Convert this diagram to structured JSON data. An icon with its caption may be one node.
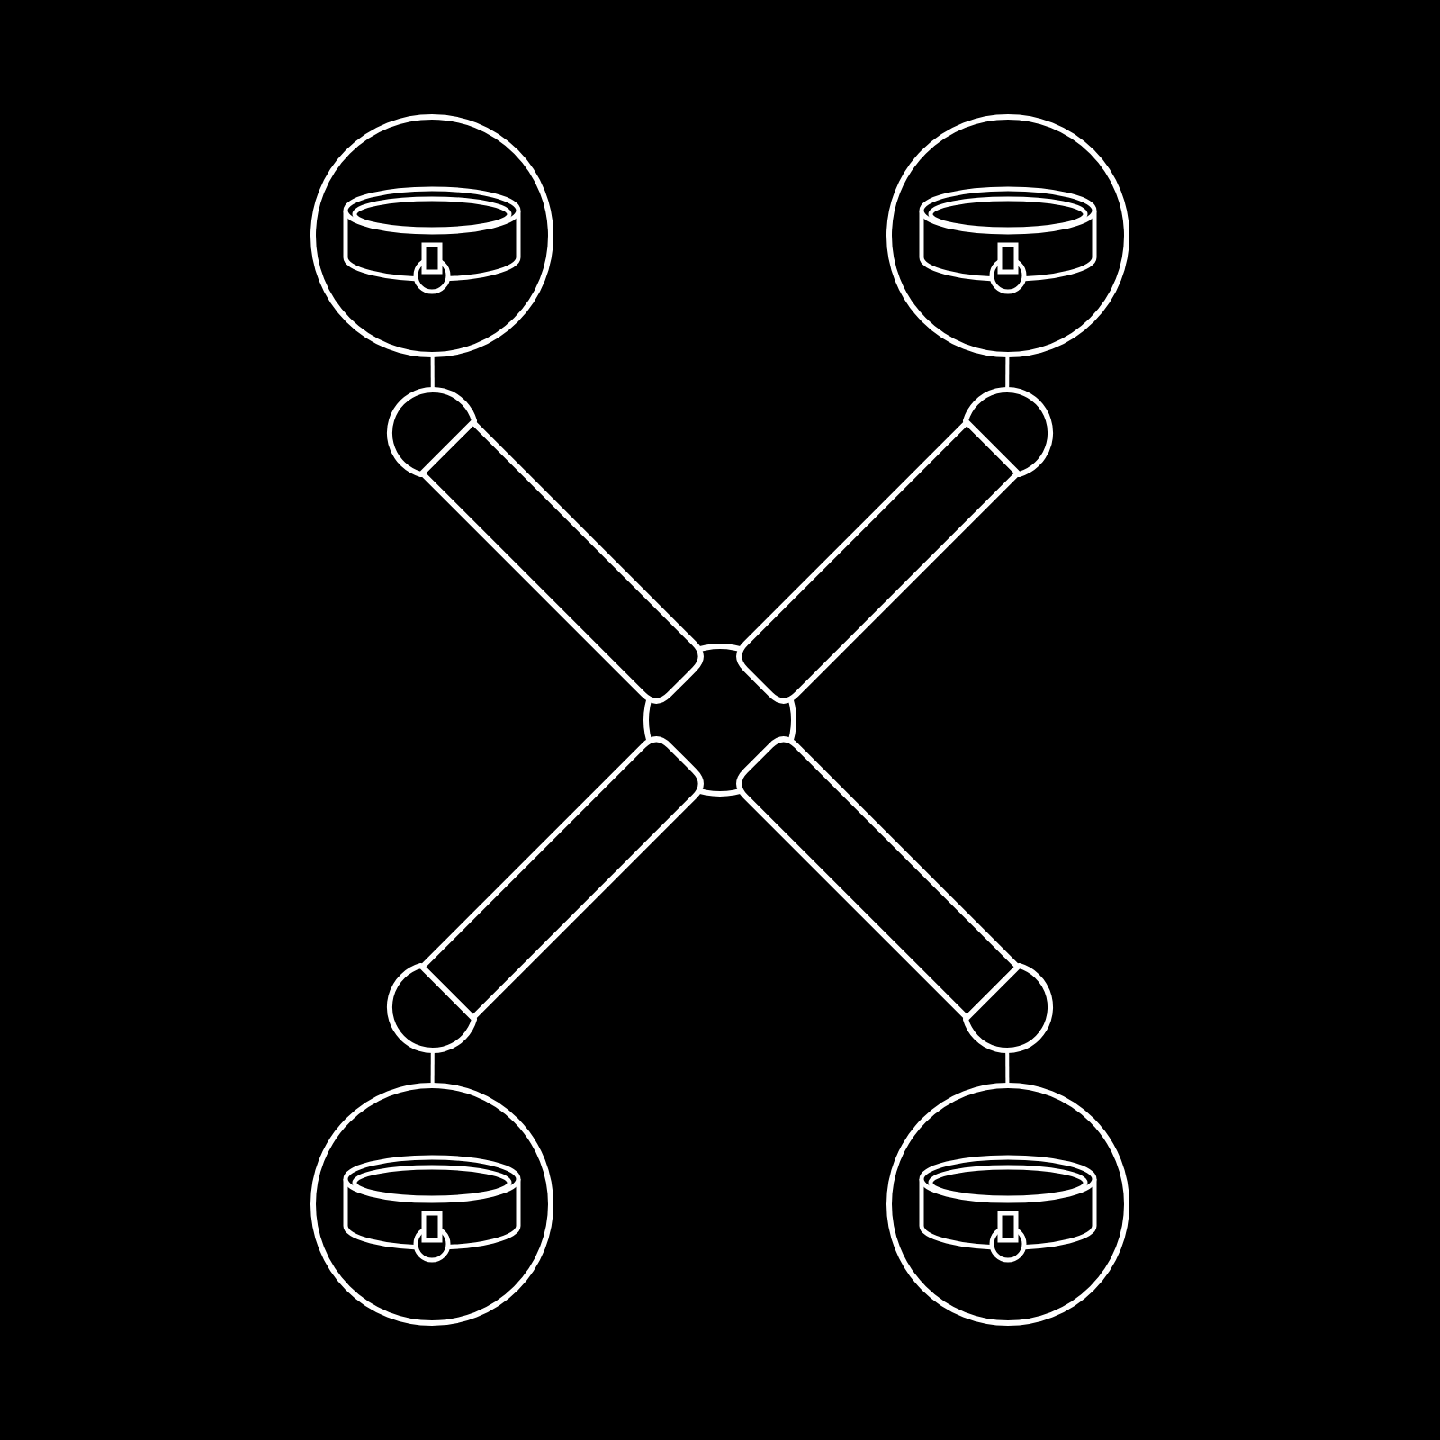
{
  "diagram": {
    "nodes": [
      {
        "text": [],
        "shape": "circle"
      },
      {
        "text": [],
        "shape": "circle"
      },
      {
        "text": [],
        "shape": "picture"
      },
      {
        "text": [],
        "shape": "circle"
      },
      {
        "text": [],
        "shape": "circle"
      }
    ],
    "edges": [
      {
        "from": 0,
        "to": 2,
        "arrow": "none"
      },
      {
        "from": 1,
        "to": 2,
        "arrow": "none"
      },
      {
        "from": 3,
        "to": 2,
        "arrow": "none"
      },
      {
        "from": 4,
        "to": 2,
        "arrow": "none"
      }
    ]
  }
}
